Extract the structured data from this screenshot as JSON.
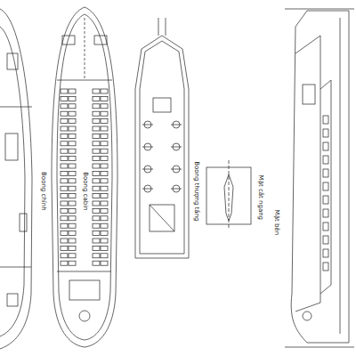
{
  "diagram": {
    "labels": [
      "Boong chính",
      "Boong cabin",
      "Boong thượng tầng",
      "Mặt cắt ngang",
      "Mặt bên"
    ]
  }
}
